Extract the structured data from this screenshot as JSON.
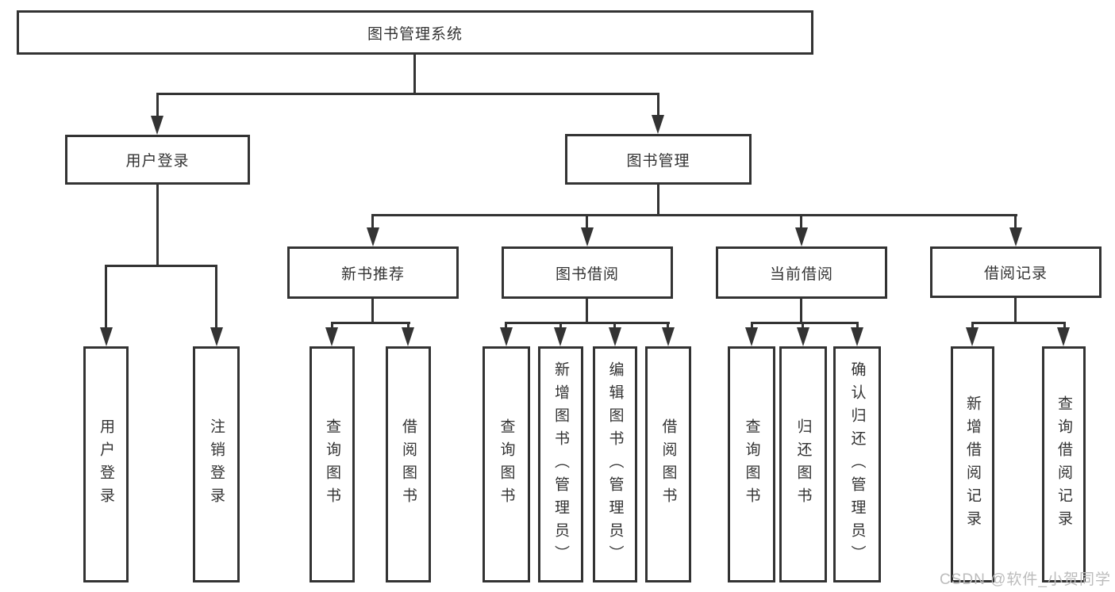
{
  "tree": {
    "root": {
      "label": "图书管理系统"
    },
    "children": [
      {
        "label": "用户登录",
        "children": [
          {
            "label": "用户登录"
          },
          {
            "label": "注销登录"
          }
        ]
      },
      {
        "label": "图书管理",
        "children": [
          {
            "label": "新书推荐",
            "children": [
              {
                "label": "查询图书"
              },
              {
                "label": "借阅图书"
              }
            ]
          },
          {
            "label": "图书借阅",
            "children": [
              {
                "label": "查询图书"
              },
              {
                "label": "新增图书（管理员）"
              },
              {
                "label": "编辑图书（管理员）"
              },
              {
                "label": "借阅图书"
              }
            ]
          },
          {
            "label": "当前借阅",
            "children": [
              {
                "label": "查询图书"
              },
              {
                "label": "归还图书"
              },
              {
                "label": "确认归还（管理员）"
              }
            ]
          },
          {
            "label": "借阅记录",
            "children": [
              {
                "label": "新增借阅记录"
              },
              {
                "label": "查询借阅记录"
              }
            ]
          }
        ]
      }
    ]
  },
  "watermark": {
    "text": "CSDN @软件_小贺同学"
  },
  "colors": {
    "line": "#333333",
    "text": "#333333",
    "background": "#ffffff",
    "watermark": "#bcbcbc"
  }
}
